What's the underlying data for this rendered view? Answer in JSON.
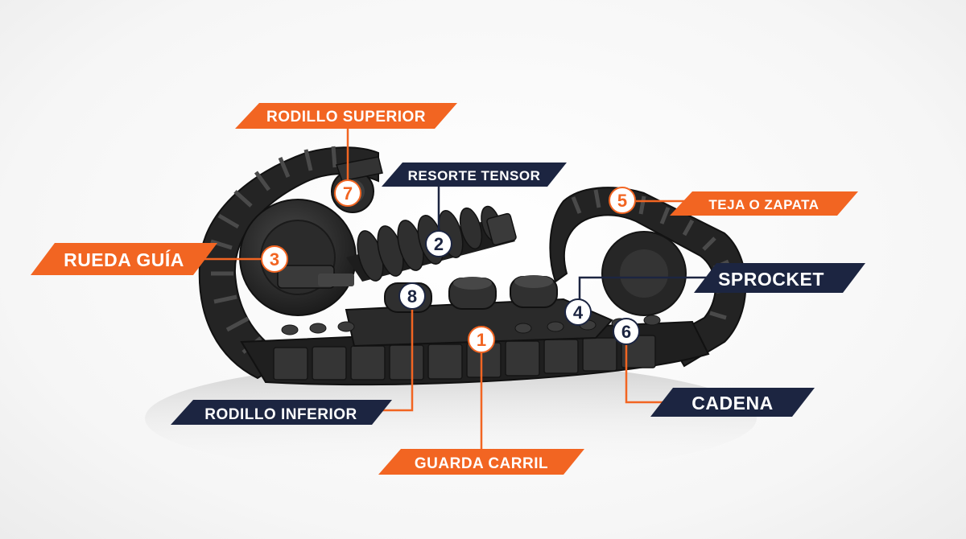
{
  "colors": {
    "orange": "#f26522",
    "navy": "#1c2541",
    "track_dark": "#1e1e1e",
    "track_mid": "#2e2e2e",
    "track_light": "#4a4a4a",
    "badge_bg": "#ffffff"
  },
  "icons": {
    "illustration": "crawler-undercarriage-illustration"
  },
  "labels": {
    "rodillo_superior": "RODILLO SUPERIOR",
    "resorte_tensor": "RESORTE TENSOR",
    "teja_o_zapata": "TEJA O ZAPATA",
    "rueda_guia": "RUEDA GUÍA",
    "sprocket": "SPROCKET",
    "rodillo_inferior": "RODILLO INFERIOR",
    "cadena": "CADENA",
    "guarda_carril": "GUARDA CARRIL"
  },
  "markers": {
    "m1": "1",
    "m2": "2",
    "m3": "3",
    "m4": "4",
    "m5": "5",
    "m6": "6",
    "m7": "7",
    "m8": "8"
  }
}
